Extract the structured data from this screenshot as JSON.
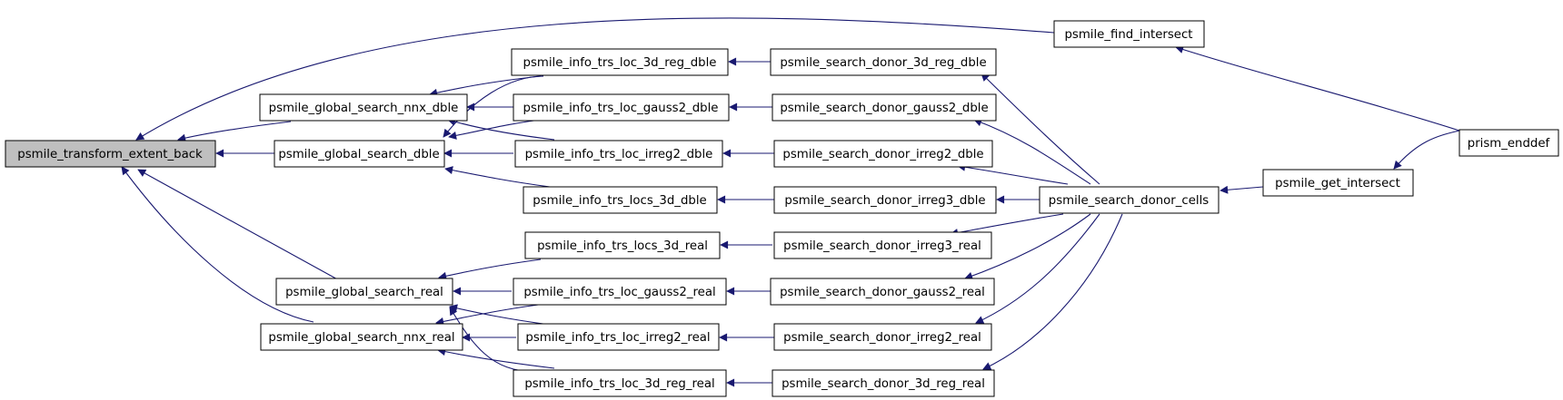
{
  "colors": {
    "edge": "#191970",
    "node_fill": "#ffffff",
    "focus_fill": "#bfbfbf",
    "border": "#000000"
  },
  "nodes": {
    "root": "psmile_transform_extent_back",
    "gs_nnx_dble": "psmile_global_search_nnx_dble",
    "gs_dble": "psmile_global_search_dble",
    "gs_real": "psmile_global_search_real",
    "gs_nnx_real": "psmile_global_search_nnx_real",
    "info_3d_reg_dble": "psmile_info_trs_loc_3d_reg_dble",
    "info_gauss2_dble": "psmile_info_trs_loc_gauss2_dble",
    "info_irreg2_dble": "psmile_info_trs_loc_irreg2_dble",
    "info_locs_3d_dble": "psmile_info_trs_locs_3d_dble",
    "info_locs_3d_real": "psmile_info_trs_locs_3d_real",
    "info_gauss2_real": "psmile_info_trs_loc_gauss2_real",
    "info_irreg2_real": "psmile_info_trs_loc_irreg2_real",
    "info_3d_reg_real": "psmile_info_trs_loc_3d_reg_real",
    "sd_3d_reg_dble": "psmile_search_donor_3d_reg_dble",
    "sd_gauss2_dble": "psmile_search_donor_gauss2_dble",
    "sd_irreg2_dble": "psmile_search_donor_irreg2_dble",
    "sd_irreg3_dble": "psmile_search_donor_irreg3_dble",
    "sd_irreg3_real": "psmile_search_donor_irreg3_real",
    "sd_gauss2_real": "psmile_search_donor_gauss2_real",
    "sd_irreg2_real": "psmile_search_donor_irreg2_real",
    "sd_3d_reg_real": "psmile_search_donor_3d_reg_real",
    "find_intersect": "psmile_find_intersect",
    "search_donor_cells": "psmile_search_donor_cells",
    "get_intersect": "psmile_get_intersect",
    "enddef": "prism_enddef"
  }
}
